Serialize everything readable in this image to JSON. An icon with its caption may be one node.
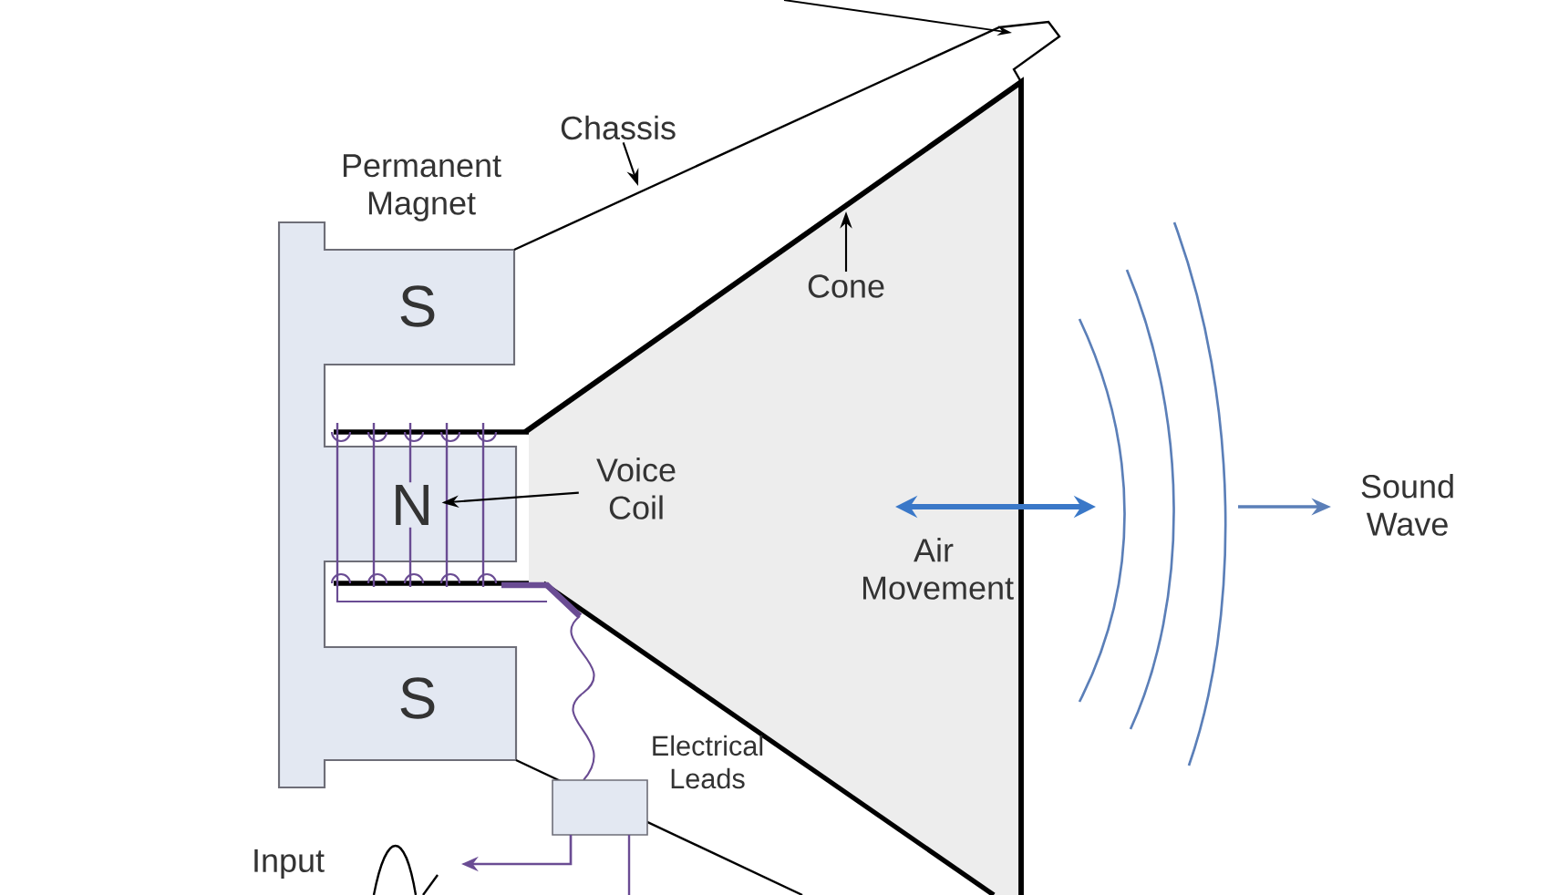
{
  "diagram": {
    "nodes": [
      {
        "text": [
          "Chassis"
        ]
      },
      {
        "text": [
          "Cone"
        ]
      },
      {
        "text": [
          "Voice Coil"
        ]
      },
      {
        "text": [
          "N"
        ]
      }
    ],
    "edges": [
      {
        "from": 0,
        "to": null,
        "arrow": "to"
      },
      {
        "from": 1,
        "to": null,
        "arrow": "to"
      },
      {
        "from": 2,
        "to": 3,
        "arrow": "to"
      }
    ],
    "labels": [
      "Permanent Magnet",
      "S",
      "Air Movement",
      "Sound Wave",
      "S",
      "Electrical Leads",
      "Input"
    ]
  }
}
